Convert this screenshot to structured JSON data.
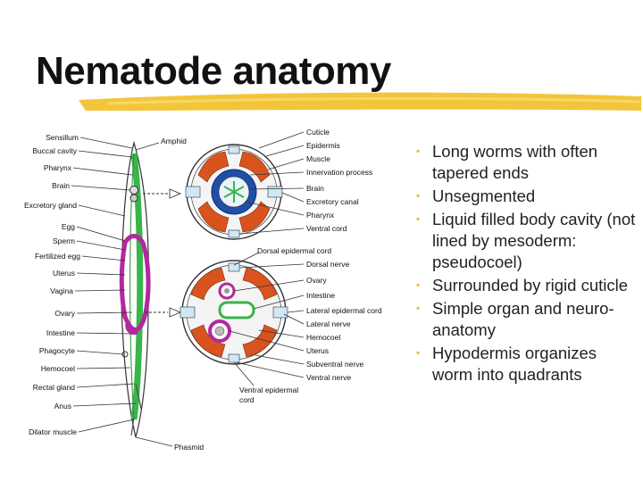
{
  "slide": {
    "title": "Nematode anatomy",
    "accent_color": "#f2c230"
  },
  "bullets": [
    {
      "text": "Long worms with often tapered ends"
    },
    {
      "text": "Unsegmented"
    },
    {
      "text": "Liquid filled body cavity (not lined by mesoderm: pseudocoel)"
    },
    {
      "text": "Surrounded by rigid cuticle"
    },
    {
      "text": "Simple organ and neuro-anatomy"
    },
    {
      "text": "Hypodermis organizes worm into quadrants"
    }
  ],
  "figure": {
    "colors": {
      "gut": "#39b54a",
      "reproductive": "#b5279e",
      "muscle": "#d9531e",
      "nerve_ring": "#1f4fa8"
    },
    "body_labels": [
      "Sensillum",
      "Buccal cavity",
      "Pharynx",
      "Brain",
      "Excretory gland",
      "Egg",
      "Sperm",
      "Fertilized egg",
      "Uterus",
      "Vagina",
      "Ovary",
      "Intestine",
      "Phagocyte",
      "Hemocoel",
      "Rectal gland",
      "Anus",
      "Dilator muscle"
    ],
    "amphid": "Amphid",
    "phasmid": "Phasmid",
    "upper_section_labels": [
      "Cuticle",
      "Epidermis",
      "Muscle",
      "Innervation process",
      "Brain",
      "Excretory canal",
      "Pharynx",
      "Ventral cord"
    ],
    "dorsal_epidermal_cord": "Dorsal epidermal cord",
    "lower_section_labels": [
      "Dorsal nerve",
      "Ovary",
      "Intestine",
      "Lateral epidermal cord",
      "Lateral nerve",
      "Hemocoel",
      "Uterus",
      "Subventral nerve",
      "Ventral nerve"
    ],
    "ventral_epidermal_cord": [
      "Ventral epidermal",
      "cord"
    ]
  }
}
